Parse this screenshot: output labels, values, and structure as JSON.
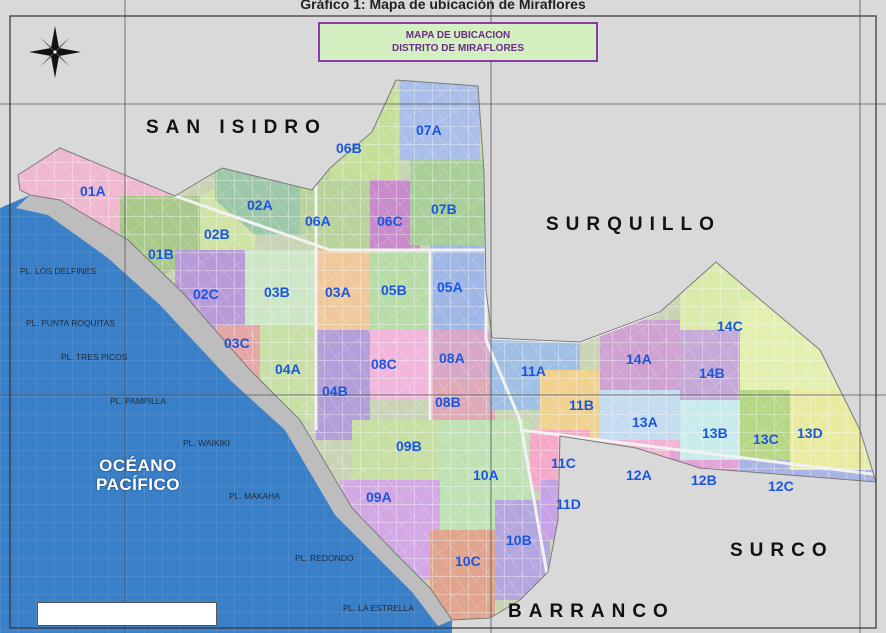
{
  "title": {
    "line1": "MAPA DE UBICACION",
    "line2": "DISTRITO DE MIRAFLORES"
  },
  "top_caption": "Gráfico 1: Mapa de ubicación de Miraflores",
  "neighbors": {
    "san_isidro": "SAN ISIDRO",
    "surquillo": "SURQUILLO",
    "surco": "SURCO",
    "barranco": "BARRANCO"
  },
  "ocean": {
    "line1": "OCÉANO",
    "line2": "PACÍFICO"
  },
  "beaches": [
    "PL. LOS DELFINES",
    "PL. PUNTA ROQUITAS",
    "PL. TRES PICOS",
    "PL. PAMPILLA",
    "PL. WAIKIKI",
    "PL. MAKAHA",
    "PL. REDONDO",
    "PL. LA ESTRELLA"
  ],
  "zones": [
    "01A",
    "01B",
    "02A",
    "02B",
    "02C",
    "03A",
    "03B",
    "03C",
    "04A",
    "04B",
    "05A",
    "05B",
    "06A",
    "06B",
    "06C",
    "07A",
    "07B",
    "08A",
    "08B",
    "08C",
    "09A",
    "09B",
    "10A",
    "10B",
    "10C",
    "11A",
    "11B",
    "11C",
    "11D",
    "12A",
    "12B",
    "12C",
    "13A",
    "13B",
    "13C",
    "13D",
    "14A",
    "14B",
    "14C"
  ],
  "colors": {
    "ocean": "#3a80c8",
    "coast": "#bdbdbd",
    "land_bg": "#d9d9d9",
    "zone_label": "#1a56e0",
    "title_bg": "#d4efc0",
    "title_border": "#8a3aa6"
  },
  "icons": {
    "compass": "north-arrow-compass-rose"
  }
}
